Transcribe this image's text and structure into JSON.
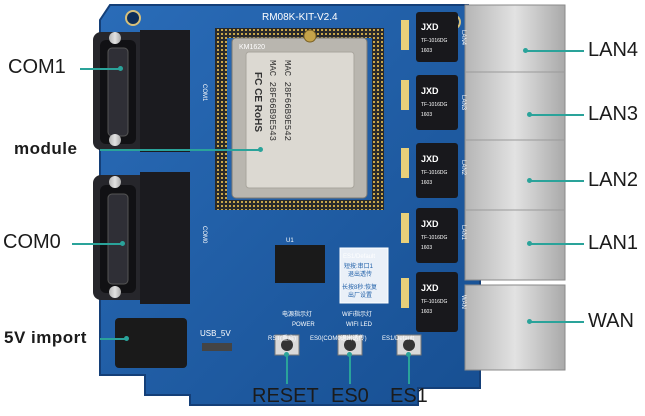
{
  "board": {
    "silkscreen_title": "RM08K-KIT-V2.4",
    "module_fcc": "FC CE RoHS",
    "module_mac_1": "MAC 28F66B9E542",
    "module_mac_2": "MAC 28F66B9E543",
    "module_vendor": "KM1620",
    "label_es1_default": "ES1/Default",
    "label_reset_short": "RST(重启)",
    "label_es0_short": "ES0(COM0退出透传)",
    "label_es1_short": "ES1/Default",
    "label_usb": "USB_5V",
    "label_power_cn": "电源指示灯",
    "label_power": "POWER",
    "label_wifi_cn": "WiFi指示灯",
    "label_wifi": "WIFI LED",
    "label_com0": "COM0",
    "label_com1": "COM1",
    "label_u1": "U1",
    "transformer_brand": "JXD",
    "transformer_part": "TF-1016DG",
    "transformer_code": "1603",
    "port_lan4": "LAN4",
    "port_lan3": "LAN3",
    "port_lan2": "LAN2",
    "port_lan1": "LAN1",
    "port_wan": "WAN",
    "info_box_line1": "短按:串口1",
    "info_box_line2": "退出透传",
    "info_box_line3": "长按8秒:恢复",
    "info_box_line4": "出厂设置"
  },
  "callouts": {
    "com1": "COM1",
    "module": "module",
    "com0": "COM0",
    "power": "5V import",
    "lan4": "LAN4",
    "lan3": "LAN3",
    "lan2": "LAN2",
    "lan1": "LAN1",
    "wan": "WAN",
    "reset": "RESET",
    "es0": "ES0",
    "es1": "ES1"
  },
  "colors": {
    "pcb": "#1f5fa8",
    "pcb_dark": "#17498a",
    "callout_line": "#2aa39a",
    "rj45_metal": "#c9c9c9",
    "module_body": "#d8d5cf",
    "db9_black": "#1b1b1f"
  }
}
